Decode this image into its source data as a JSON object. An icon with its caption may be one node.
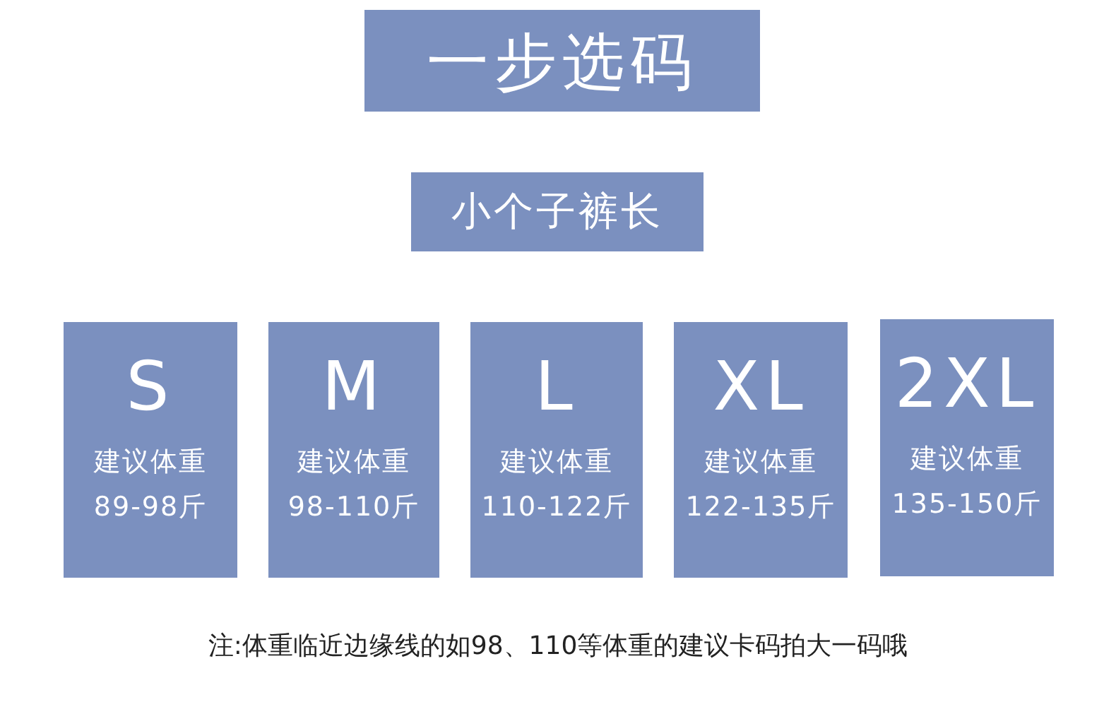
{
  "diagram": {
    "nodes": [
      {
        "text": [
          "一步选码"
        ]
      },
      {
        "text": [
          "小个子裤长"
        ]
      },
      {
        "text": [
          "S",
          "建议体重",
          "89-98斤"
        ]
      },
      {
        "text": [
          "M",
          "建议体重",
          "98-110斤"
        ]
      },
      {
        "text": [
          "L",
          "建议体重",
          "110-122斤"
        ]
      },
      {
        "text": [
          "XL",
          "建议体重",
          "122-135斤"
        ]
      },
      {
        "text": [
          "2XL",
          "建议体重",
          "135-150斤"
        ]
      }
    ],
    "labels": [
      "注:体重临近边缘线的如98、110等体重的建议卡码拍大一码哦"
    ]
  }
}
